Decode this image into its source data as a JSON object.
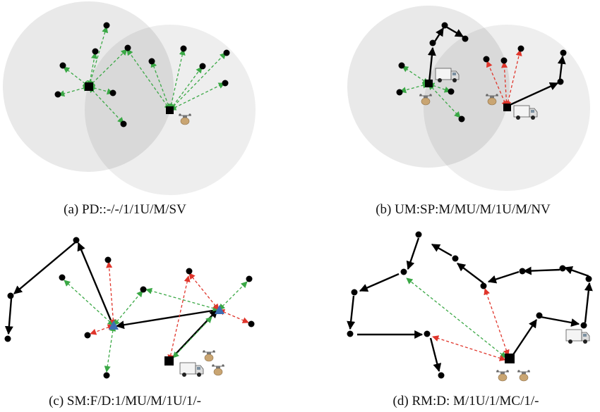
{
  "panels": [
    {
      "id": "a",
      "caption": "(a) PD::-/-/1/1U/M/SV"
    },
    {
      "id": "b",
      "caption": "(b) UM:SP:M/MU/M/1U/M/NV"
    },
    {
      "id": "c",
      "caption": "(c) SM:F/D:1/MU/M/1U/1/-"
    },
    {
      "id": "d",
      "caption": "(d) RM:D: M/1U/1/MC/1/-"
    }
  ],
  "icons": [
    "square-depot-icon",
    "triangle-station-icon",
    "truck-icon",
    "drone-icon",
    "customer-node-icon"
  ],
  "colors": {
    "coverage_circle": "#e3e3e3",
    "truck_route": "#000000",
    "drone_route_green": "#3aa845",
    "drone_route_red": "#e0352b",
    "station": "#3d6fb4"
  }
}
